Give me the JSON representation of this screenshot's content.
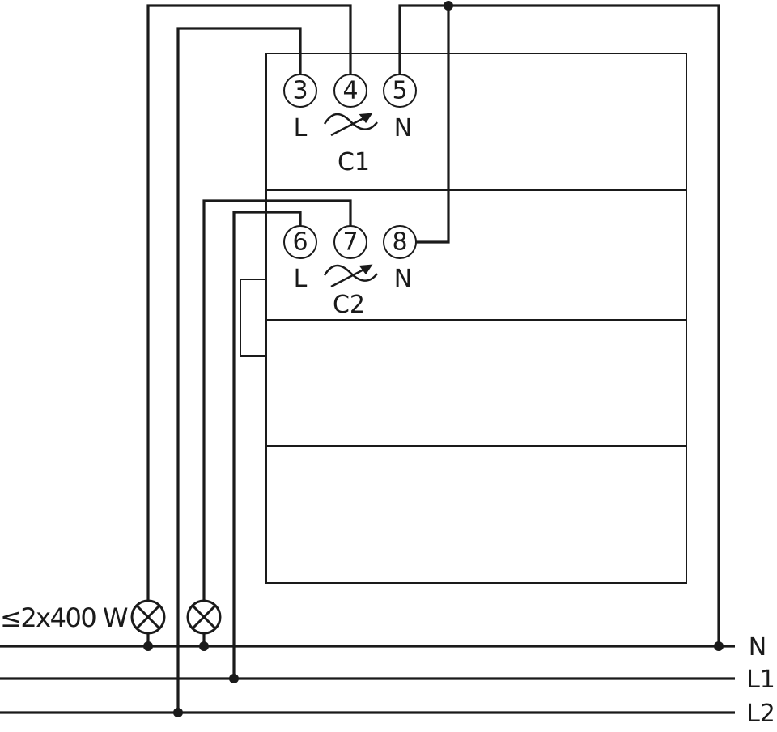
{
  "device": {
    "channel1": {
      "terminals": [
        "3",
        "4",
        "5"
      ],
      "line_label": "L",
      "neutral_label": "N",
      "name": "C1"
    },
    "channel2": {
      "terminals": [
        "6",
        "7",
        "8"
      ],
      "line_label": "L",
      "neutral_label": "N",
      "name": "C2"
    }
  },
  "load": {
    "rating": "≤2x400 W"
  },
  "bus": {
    "neutral": "N",
    "line1": "L1",
    "line2": "L2"
  },
  "colors": {
    "line": "#1a1a1a",
    "background": "#ffffff"
  }
}
